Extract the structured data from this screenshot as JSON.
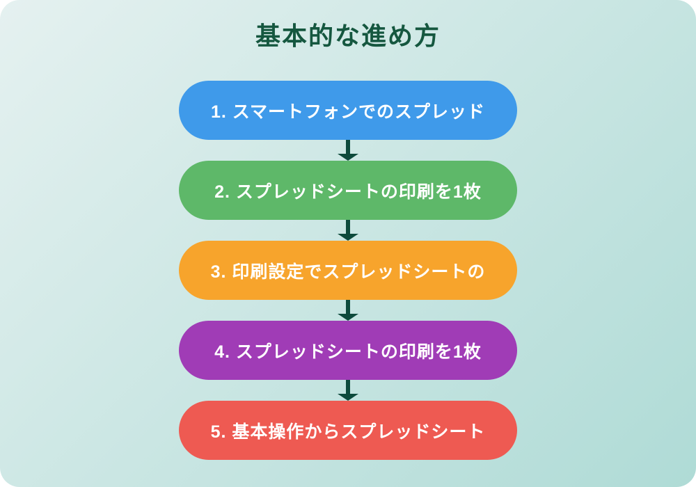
{
  "title": "基本的な進め方",
  "style": {
    "title_color": "#15573F",
    "background_css": "linear-gradient(135deg, #E5F1F0 0%, #AFDBD6 100%)",
    "arrow_color": "#0D4A3C",
    "step_text_color": "#FFFFFF"
  },
  "steps": [
    {
      "label": "1. スマートフォンでのスプレッド",
      "color": "#3F9AEA"
    },
    {
      "label": "2. スプレッドシートの印刷を1枚",
      "color": "#5EB869"
    },
    {
      "label": "3. 印刷設定でスプレッドシートの",
      "color": "#F7A42C"
    },
    {
      "label": "4. スプレッドシートの印刷を1枚",
      "color": "#A03CB6"
    },
    {
      "label": "5. 基本操作からスプレッドシート",
      "color": "#EE5A52"
    }
  ]
}
